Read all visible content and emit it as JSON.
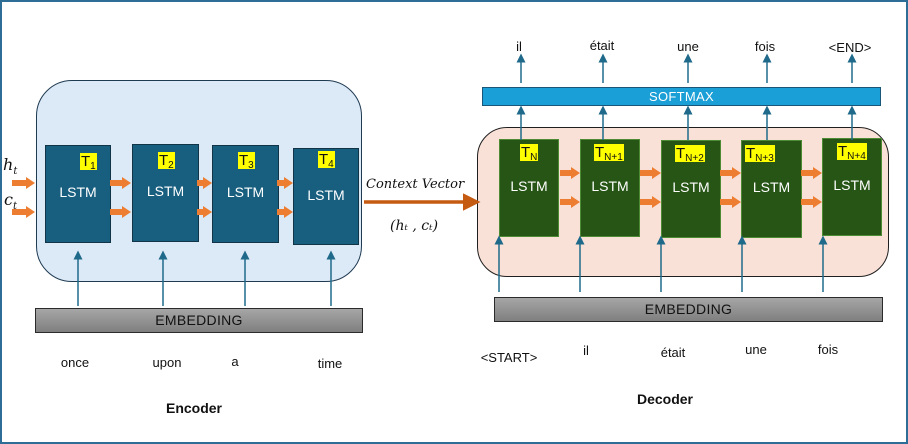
{
  "encoder": {
    "title": "Encoder",
    "inputs": {
      "h": "h",
      "c": "c",
      "subscript": "t"
    },
    "cells": [
      {
        "label": "LSTM",
        "tag": "T",
        "tag_sub": "1"
      },
      {
        "label": "LSTM",
        "tag": "T",
        "tag_sub": "2"
      },
      {
        "label": "LSTM",
        "tag": "T",
        "tag_sub": "3"
      },
      {
        "label": "LSTM",
        "tag": "T",
        "tag_sub": "4"
      }
    ],
    "embedding_label": "EMBEDDING",
    "input_words": [
      "once",
      "upon",
      "a",
      "time"
    ]
  },
  "context": {
    "label": "Context Vector",
    "state": "(hₜ , cₜ)"
  },
  "decoder": {
    "title": "Decoder",
    "softmax_label": "SOFTMAX",
    "output_words": [
      "il",
      "était",
      "une",
      "fois",
      "<END>"
    ],
    "cells": [
      {
        "label": "LSTM",
        "tag": "T",
        "tag_sub": "N"
      },
      {
        "label": "LSTM",
        "tag": "T",
        "tag_sub": "N+1"
      },
      {
        "label": "LSTM",
        "tag": "T",
        "tag_sub": "N+2"
      },
      {
        "label": "LSTM",
        "tag": "T",
        "tag_sub": "N+3"
      },
      {
        "label": "LSTM",
        "tag": "T",
        "tag_sub": "N+4"
      }
    ],
    "embedding_label": "EMBEDDING",
    "input_words": [
      "<START>",
      "il",
      "était",
      "une",
      "fois"
    ]
  },
  "colors": {
    "encoder_panel": "#dce9f6",
    "decoder_panel": "#fae1d7",
    "encoder_lstm": "#175e7f",
    "decoder_lstm": "#265516",
    "softmax": "#1a9fd6",
    "state_arrow": "#ed7d31",
    "context_arrow": "#c55a11",
    "input_arrow": "#1f6a8a",
    "tag_highlight": "#ffff00"
  }
}
